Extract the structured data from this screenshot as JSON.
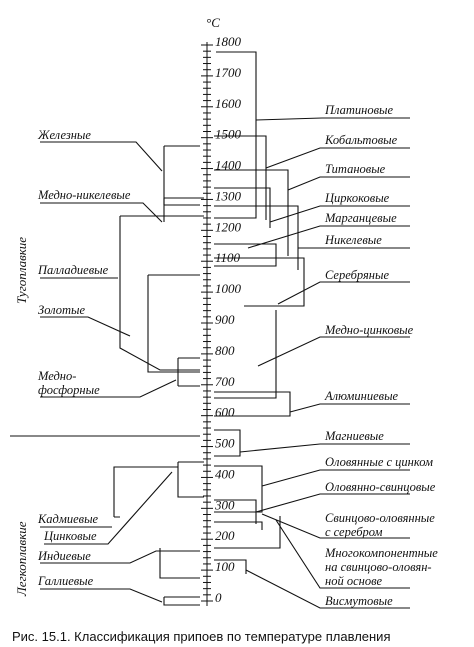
{
  "unit": "°C",
  "scale_labels": [
    "0",
    "100",
    "200",
    "300",
    "400",
    "500",
    "600",
    "700",
    "800",
    "900",
    "1000",
    "1100",
    "1200",
    "1300",
    "1400",
    "1500",
    "1600",
    "1700",
    "1800"
  ],
  "group_refractory": "Тугоплавкие",
  "group_fusible": "Легкоплавкие",
  "caption": "Рис. 15.1. Классификация припоев по температуре плавления",
  "left_labels": {
    "iron": "Железные",
    "copper_nickel": "Медно-никелевые",
    "palladium": "Палладиевые",
    "gold": "Золотые",
    "copper_phos_1": "Медно-",
    "copper_phos_2": "фосфорные",
    "cadmium": "Кадмиевые",
    "zinc": "Цинковые",
    "indium": "Индиевые",
    "gallium": "Галлиевые"
  },
  "right_labels": {
    "platinum": "Платиновые",
    "cobalt": "Кобальтовые",
    "titanium": "Титановые",
    "zirconium": "Циркоковые",
    "manganese": "Марганцевые",
    "nickel": "Никелевые",
    "silver": "Серебряные",
    "copper_zinc": "Медно-цинковые",
    "aluminum": "Алюминиевые",
    "magnesium": "Магниевые",
    "tin_zinc": "Оловянные с цинком",
    "tin_lead": "Оловянно-свинцовые",
    "lead_tin_silver_1": "Свинцово-оловянные",
    "lead_tin_silver_2": "с серебром",
    "multi_1": "Многокомпонентные",
    "multi_2": "на свинцово-оловян-",
    "multi_3": "ной основе",
    "bismuth": "Висмутовые"
  }
}
